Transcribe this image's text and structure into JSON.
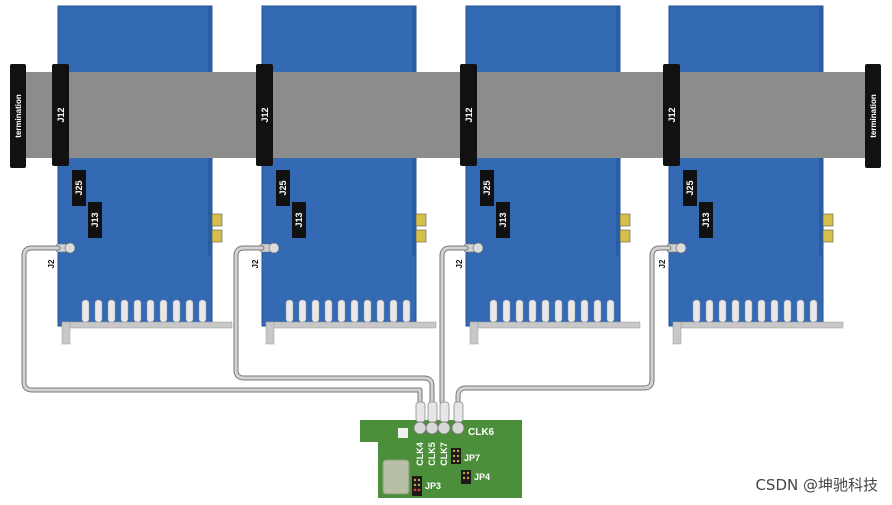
{
  "diagram": {
    "termination_left": "termination",
    "termination_right": "termination",
    "boards": [
      {
        "j12": "J12",
        "j25": "J25",
        "j13": "J13",
        "j2": "J2"
      },
      {
        "j12": "J12",
        "j25": "J25",
        "j13": "J13",
        "j2": "J2"
      },
      {
        "j12": "J12",
        "j25": "J25",
        "j13": "J13",
        "j2": "J2"
      },
      {
        "j12": "J12",
        "j25": "J25",
        "j13": "J13",
        "j2": "J2"
      }
    ],
    "clock_board": {
      "clk4": "CLK4",
      "clk5": "CLK5",
      "clk7": "CLK7",
      "clk6": "CLK6",
      "jp7": "JP7",
      "jp4": "JP4",
      "jp3": "JP3"
    }
  },
  "colors": {
    "board_blue": "#3469b3",
    "ribbon_gray": "#8c8c8c",
    "pcb_green": "#4b8f3a",
    "cable_gray": "#b4b4b4",
    "label_black": "#111111"
  },
  "watermark": "CSDN @坤驰科技"
}
